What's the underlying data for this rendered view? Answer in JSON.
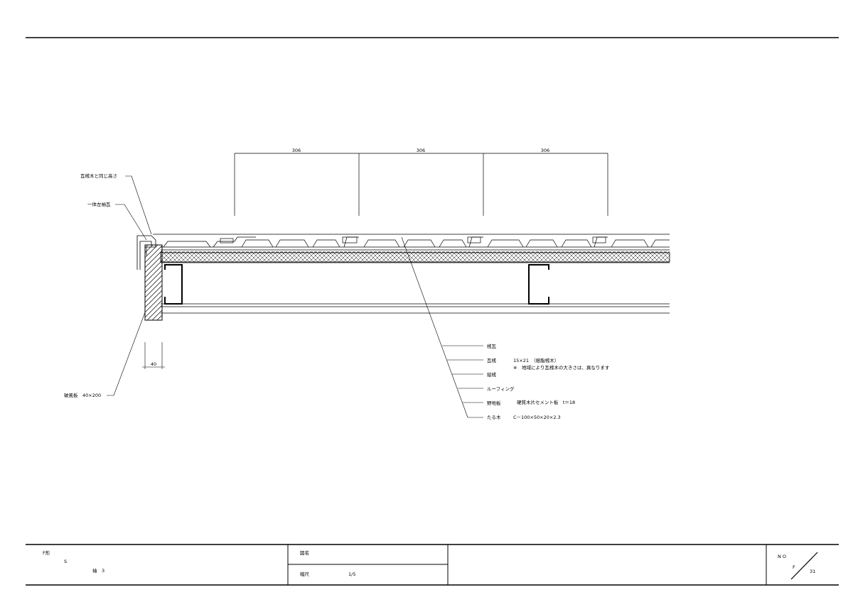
{
  "dimensions": {
    "span_1": "306",
    "span_2": "306",
    "span_3": "306",
    "fascia_width": "40"
  },
  "leaders_left": {
    "same_height": "瓦桟木と同じ高さ",
    "integrated_tile": "一体左袖瓦",
    "fascia_board": "破風板　40×200"
  },
  "legend": {
    "roof_tile": "桟瓦",
    "batten": "瓦桟",
    "batten_spec": "15×21　（樹脂桟木）",
    "batten_note": "※　地域により瓦桟木の大きさは、異なります",
    "vertical_batten": "縦桟",
    "roofing": "ルーフィング",
    "sheathing": "野地板",
    "sheathing_spec": "硬質木片セメント板　t＝18",
    "rafter": "たる木",
    "rafter_spec": "C－100×50×20×2.3"
  },
  "title_block": {
    "type_label": "F形",
    "size_label": "S",
    "part_label": "袖　3",
    "drawing_name_label": "図名",
    "drawing_name_value": "",
    "scale_label": "縮尺",
    "scale_value": "1/5",
    "no_label": "N O",
    "sheet_prefix": "F",
    "sheet_number": "31"
  }
}
